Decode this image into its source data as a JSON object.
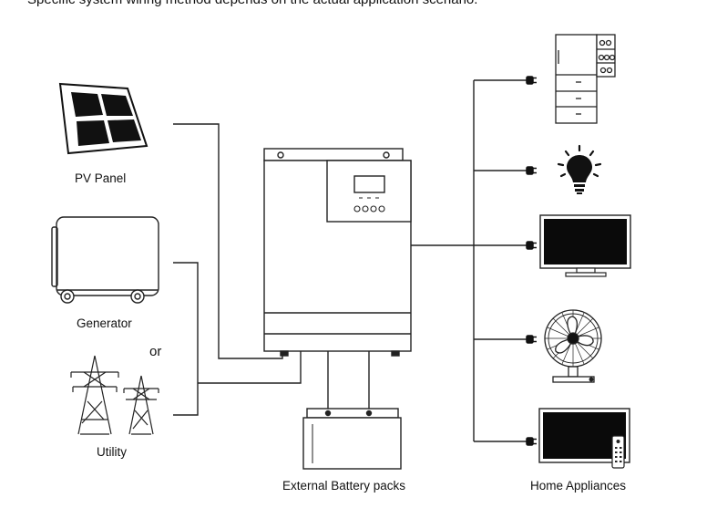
{
  "header": {
    "text": "Specific system wiring method depends on the actual application scenario."
  },
  "labels": {
    "pv_panel": "PV Panel",
    "generator": "Generator",
    "or": "or",
    "utility": "Utility",
    "battery": "External Battery packs",
    "appliances": "Home Appliances"
  },
  "colors": {
    "line": "#222222",
    "screen": "#0a0a0a",
    "background": "#ffffff"
  }
}
